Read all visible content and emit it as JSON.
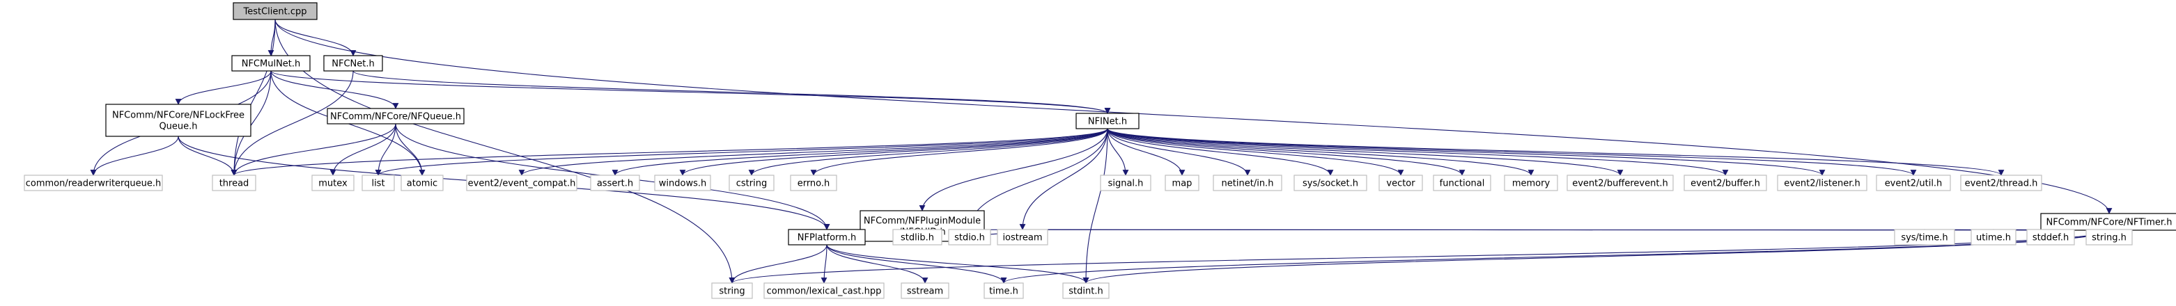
{
  "colors": {
    "edge": "#191970",
    "root_fill": "#bfbfbf",
    "external_border": "#bfbfbf",
    "node_border": "#000000"
  },
  "nodes": [
    {
      "id": "testclient",
      "lines": [
        "TestClient.cpp"
      ],
      "kind": "root"
    },
    {
      "id": "nfcmulnet",
      "lines": [
        "NFCMulNet.h"
      ],
      "kind": "file"
    },
    {
      "id": "nfcnet",
      "lines": [
        "NFCNet.h"
      ],
      "kind": "file"
    },
    {
      "id": "lockfree",
      "lines": [
        "NFComm/NFCore/NFLockFree",
        "Queue.h"
      ],
      "kind": "file"
    },
    {
      "id": "nfqueue",
      "lines": [
        "NFComm/NFCore/NFQueue.h"
      ],
      "kind": "file"
    },
    {
      "id": "nfinet",
      "lines": [
        "NFINet.h"
      ],
      "kind": "file"
    },
    {
      "id": "nfguid",
      "lines": [
        "NFComm/NFPluginModule",
        "/NFGUID.h"
      ],
      "kind": "file"
    },
    {
      "id": "nfplatform",
      "lines": [
        "NFPlatform.h"
      ],
      "kind": "file"
    },
    {
      "id": "nftimer",
      "lines": [
        "NFComm/NFCore/NFTimer.h"
      ],
      "kind": "file"
    },
    {
      "id": "rwqueue",
      "lines": [
        "common/readerwriterqueue.h"
      ],
      "kind": "ext"
    },
    {
      "id": "thread",
      "lines": [
        "thread"
      ],
      "kind": "ext"
    },
    {
      "id": "mutex",
      "lines": [
        "mutex"
      ],
      "kind": "ext"
    },
    {
      "id": "list",
      "lines": [
        "list"
      ],
      "kind": "ext"
    },
    {
      "id": "atomic",
      "lines": [
        "atomic"
      ],
      "kind": "ext"
    },
    {
      "id": "evcompat",
      "lines": [
        "event2/event_compat.h"
      ],
      "kind": "ext"
    },
    {
      "id": "assert",
      "lines": [
        "assert.h"
      ],
      "kind": "ext"
    },
    {
      "id": "windows",
      "lines": [
        "windows.h"
      ],
      "kind": "ext"
    },
    {
      "id": "cstring",
      "lines": [
        "cstring"
      ],
      "kind": "ext"
    },
    {
      "id": "errno",
      "lines": [
        "errno.h"
      ],
      "kind": "ext"
    },
    {
      "id": "stdlib",
      "lines": [
        "stdlib.h"
      ],
      "kind": "ext"
    },
    {
      "id": "stdio",
      "lines": [
        "stdio.h"
      ],
      "kind": "ext"
    },
    {
      "id": "iostream",
      "lines": [
        "iostream"
      ],
      "kind": "ext"
    },
    {
      "id": "signal",
      "lines": [
        "signal.h"
      ],
      "kind": "ext"
    },
    {
      "id": "map",
      "lines": [
        "map"
      ],
      "kind": "ext"
    },
    {
      "id": "netinet",
      "lines": [
        "netinet/in.h"
      ],
      "kind": "ext"
    },
    {
      "id": "syssocket",
      "lines": [
        "sys/socket.h"
      ],
      "kind": "ext"
    },
    {
      "id": "vector",
      "lines": [
        "vector"
      ],
      "kind": "ext"
    },
    {
      "id": "functional",
      "lines": [
        "functional"
      ],
      "kind": "ext"
    },
    {
      "id": "memory",
      "lines": [
        "memory"
      ],
      "kind": "ext"
    },
    {
      "id": "bufferevent",
      "lines": [
        "event2/bufferevent.h"
      ],
      "kind": "ext"
    },
    {
      "id": "evbuffer",
      "lines": [
        "event2/buffer.h"
      ],
      "kind": "ext"
    },
    {
      "id": "listener",
      "lines": [
        "event2/listener.h"
      ],
      "kind": "ext"
    },
    {
      "id": "evutil",
      "lines": [
        "event2/util.h"
      ],
      "kind": "ext"
    },
    {
      "id": "evthread",
      "lines": [
        "event2/thread.h"
      ],
      "kind": "ext"
    },
    {
      "id": "string",
      "lines": [
        "string"
      ],
      "kind": "ext"
    },
    {
      "id": "lexical",
      "lines": [
        "common/lexical_cast.hpp"
      ],
      "kind": "ext"
    },
    {
      "id": "sstream",
      "lines": [
        "sstream"
      ],
      "kind": "ext"
    },
    {
      "id": "timeh",
      "lines": [
        "time.h"
      ],
      "kind": "ext"
    },
    {
      "id": "stdint",
      "lines": [
        "stdint.h"
      ],
      "kind": "ext"
    },
    {
      "id": "systime",
      "lines": [
        "sys/time.h"
      ],
      "kind": "ext"
    },
    {
      "id": "utime",
      "lines": [
        "utime.h"
      ],
      "kind": "ext"
    },
    {
      "id": "stddef",
      "lines": [
        "stddef.h"
      ],
      "kind": "ext"
    },
    {
      "id": "stringh",
      "lines": [
        "string.h"
      ],
      "kind": "ext"
    }
  ],
  "edges": [
    [
      "testclient",
      "nfcmulnet"
    ],
    [
      "testclient",
      "nfcnet"
    ],
    [
      "testclient",
      "thread"
    ],
    [
      "testclient",
      "string"
    ],
    [
      "testclient",
      "nftimer"
    ],
    [
      "nfcmulnet",
      "lockfree"
    ],
    [
      "nfcmulnet",
      "nfqueue"
    ],
    [
      "nfcmulnet",
      "nfinet"
    ],
    [
      "nfcmulnet",
      "rwqueue"
    ],
    [
      "nfcmulnet",
      "thread"
    ],
    [
      "nfcmulnet",
      "atomic"
    ],
    [
      "nfcnet",
      "nfinet"
    ],
    [
      "nfcnet",
      "thread"
    ],
    [
      "lockfree",
      "rwqueue"
    ],
    [
      "lockfree",
      "thread"
    ],
    [
      "lockfree",
      "nfplatform"
    ],
    [
      "nfqueue",
      "thread"
    ],
    [
      "nfqueue",
      "mutex"
    ],
    [
      "nfqueue",
      "list"
    ],
    [
      "nfqueue",
      "atomic"
    ],
    [
      "nfqueue",
      "nfplatform"
    ],
    [
      "nfinet",
      "nfguid"
    ],
    [
      "nfinet",
      "list"
    ],
    [
      "nfinet",
      "evcompat"
    ],
    [
      "nfinet",
      "assert"
    ],
    [
      "nfinet",
      "windows"
    ],
    [
      "nfinet",
      "cstring"
    ],
    [
      "nfinet",
      "errno"
    ],
    [
      "nfinet",
      "stdio"
    ],
    [
      "nfinet",
      "iostream"
    ],
    [
      "nfinet",
      "stdint"
    ],
    [
      "nfinet",
      "signal"
    ],
    [
      "nfinet",
      "map"
    ],
    [
      "nfinet",
      "netinet"
    ],
    [
      "nfinet",
      "syssocket"
    ],
    [
      "nfinet",
      "vector"
    ],
    [
      "nfinet",
      "functional"
    ],
    [
      "nfinet",
      "memory"
    ],
    [
      "nfinet",
      "bufferevent"
    ],
    [
      "nfinet",
      "evbuffer"
    ],
    [
      "nfinet",
      "listener"
    ],
    [
      "nfinet",
      "evutil"
    ],
    [
      "nfinet",
      "evthread"
    ],
    [
      "nfinet",
      "thread"
    ],
    [
      "nfguid",
      "nfplatform"
    ],
    [
      "nfguid",
      "stdlib"
    ],
    [
      "nfguid",
      "stdio"
    ],
    [
      "nfguid",
      "iostream"
    ],
    [
      "nfplatform",
      "string"
    ],
    [
      "nfplatform",
      "lexical"
    ],
    [
      "nfplatform",
      "sstream"
    ],
    [
      "nfplatform",
      "timeh"
    ],
    [
      "nfplatform",
      "stdint"
    ],
    [
      "nftimer",
      "nfplatform"
    ],
    [
      "nftimer",
      "iostream"
    ],
    [
      "nftimer",
      "systime"
    ],
    [
      "nftimer",
      "utime"
    ],
    [
      "nftimer",
      "stddef"
    ],
    [
      "nftimer",
      "stringh"
    ],
    [
      "nftimer",
      "timeh"
    ],
    [
      "nftimer",
      "string"
    ],
    [
      "nftimer",
      "stdint"
    ]
  ]
}
